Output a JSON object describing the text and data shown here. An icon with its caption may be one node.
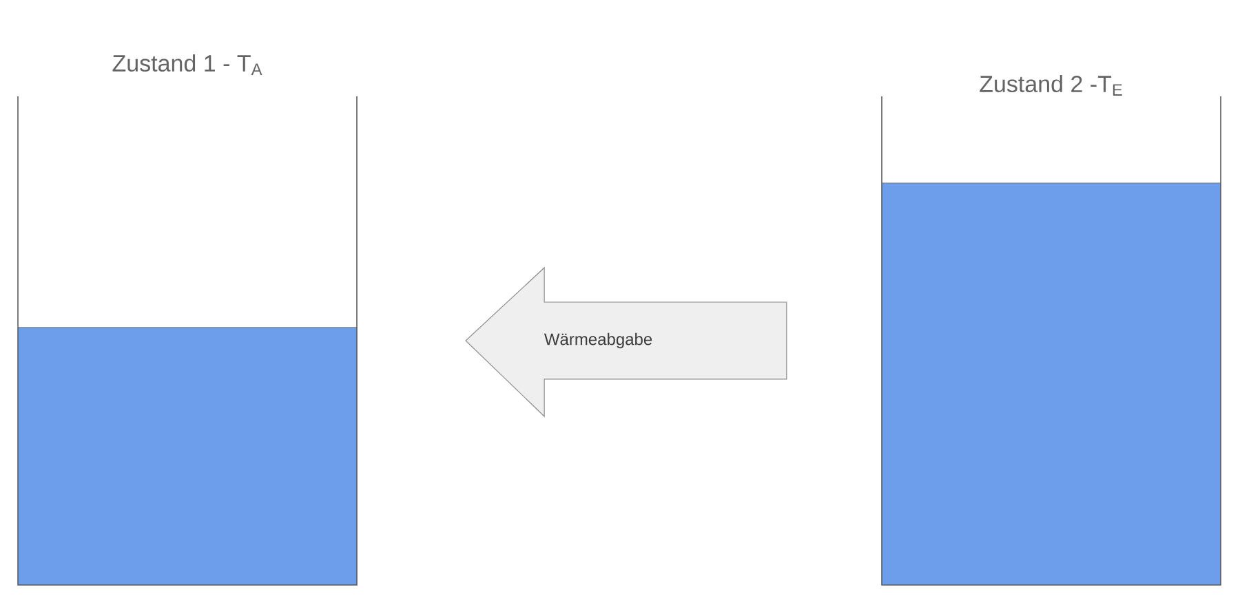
{
  "diagram": {
    "nodes": [
      {
        "text": [
          "Zustand 1 - T$_{A}$"
        ]
      },
      {
        "text": [
          "Zustand 2 -T$_{E}$"
        ]
      }
    ],
    "edges": [
      {
        "from": 1,
        "to": 0,
        "arrow": "to",
        "label": "Wärmeabgabe"
      }
    ]
  }
}
